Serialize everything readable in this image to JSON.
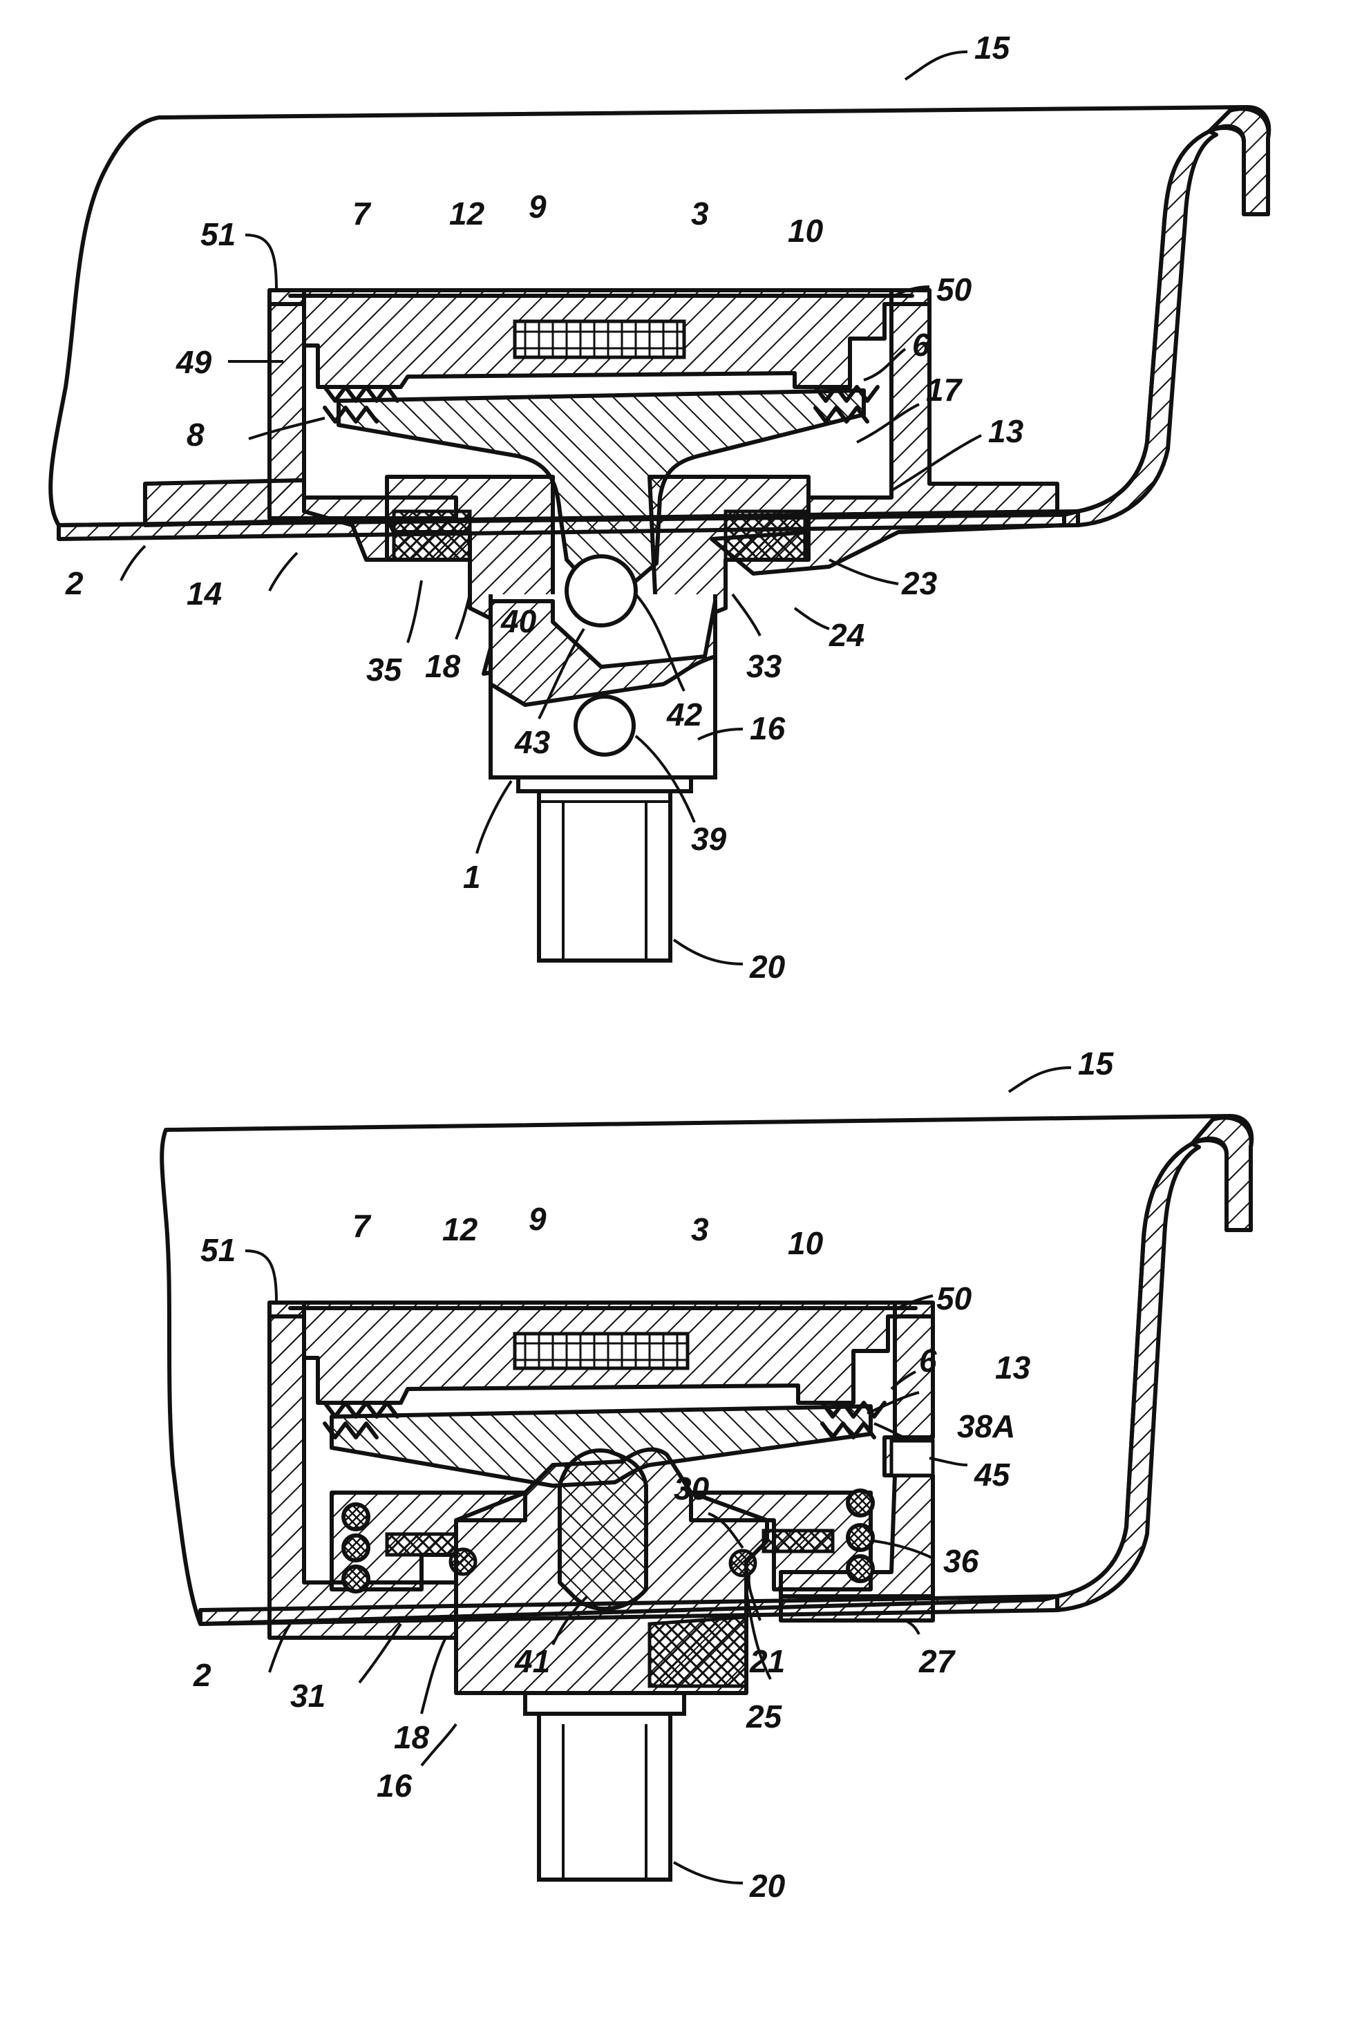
{
  "figures": [
    {
      "id": "upper",
      "labels": {
        "l15": "15",
        "l51": "51",
        "l7": "7",
        "l12": "12",
        "l9": "9",
        "l3": "3",
        "l10": "10",
        "l50": "50",
        "l49": "49",
        "l6": "6",
        "l17": "17",
        "l8": "8",
        "l13": "13",
        "l2": "2",
        "l14": "14",
        "l40": "40",
        "l23": "23",
        "l35": "35",
        "l18": "18",
        "l24": "24",
        "l33": "33",
        "l42": "42",
        "l43": "43",
        "l16": "16",
        "l39": "39",
        "l1": "1",
        "l20": "20"
      }
    },
    {
      "id": "lower",
      "labels": {
        "l15": "15",
        "l51": "51",
        "l7": "7",
        "l12": "12",
        "l9": "9",
        "l3": "3",
        "l10": "10",
        "l50": "50",
        "l6": "6",
        "l13": "13",
        "l38A": "38A",
        "l45": "45",
        "l30": "30",
        "l36": "36",
        "l2": "2",
        "l31": "31",
        "l41": "41",
        "l21": "21",
        "l27": "27",
        "l18": "18",
        "l25": "25",
        "l16": "16",
        "l20": "20"
      }
    }
  ]
}
